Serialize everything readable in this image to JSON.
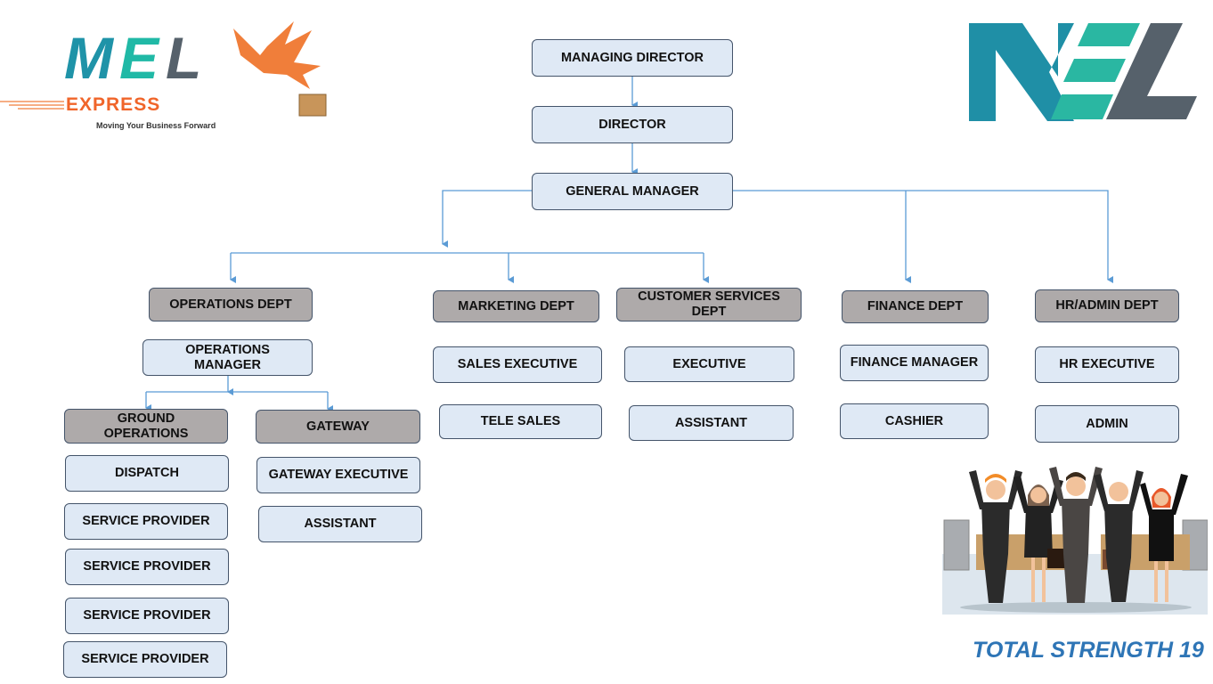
{
  "logos": {
    "left": {
      "brand": "MEL",
      "sub": "EXPRESS",
      "tagline": "Moving Your Business Forward"
    },
    "right": {
      "brand": "NEL"
    }
  },
  "colors": {
    "box_fill": "#dfe9f5",
    "dept_fill": "#aeaaaa",
    "connector": "#5b9bd5",
    "border": "#44546a",
    "total_text": "#2e75b6"
  },
  "top": {
    "managing_director": "MANAGING DIRECTOR",
    "director": "DIRECTOR",
    "general_manager": "GENERAL MANAGER"
  },
  "operations": {
    "dept": "OPERATIONS DEPT",
    "manager": "OPERATIONS MANAGER",
    "ground": {
      "title": "GROUND OPERATIONS",
      "roles": [
        "DISPATCH",
        "SERVICE PROVIDER",
        "SERVICE PROVIDER",
        "SERVICE PROVIDER",
        "SERVICE PROVIDER"
      ]
    },
    "gateway": {
      "title": "GATEWAY",
      "roles": [
        "GATEWAY EXECUTIVE",
        "ASSISTANT"
      ]
    }
  },
  "marketing": {
    "dept": "MARKETING DEPT",
    "roles": [
      "SALES EXECUTIVE",
      "TELE SALES"
    ]
  },
  "customer_services": {
    "dept": "CUSTOMER SERVICES DEPT",
    "roles": [
      "EXECUTIVE",
      "ASSISTANT"
    ]
  },
  "finance": {
    "dept": "FINANCE DEPT",
    "roles": [
      "FINANCE MANAGER",
      "CASHIER"
    ]
  },
  "hr_admin": {
    "dept": "HR/ADMIN DEPT",
    "roles": [
      "HR EXECUTIVE",
      "ADMIN"
    ]
  },
  "total_strength": "TOTAL STRENGTH 19"
}
